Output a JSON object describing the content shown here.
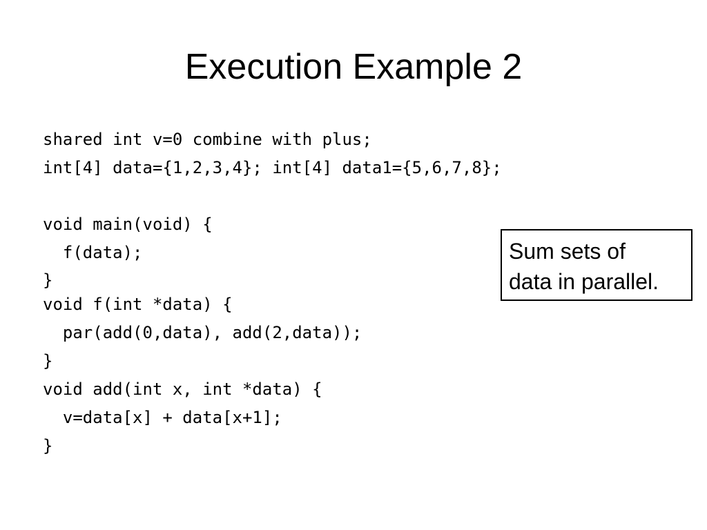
{
  "slide": {
    "title": "Execution Example 2",
    "code_lines": [
      "shared int v=0 combine with plus;",
      "int[4] data={1,2,3,4}; int[4] data1={5,6,7,8};",
      "void main(void) {",
      "  f(data);",
      "}",
      "void f(int *data) {",
      "  par(add(0,data), add(2,data));",
      "}",
      "void add(int x, int *data) {",
      "  v=data[x] + data[x+1];",
      "}"
    ],
    "callout": {
      "lines": [
        "Sum sets of",
        "data in parallel."
      ]
    }
  }
}
